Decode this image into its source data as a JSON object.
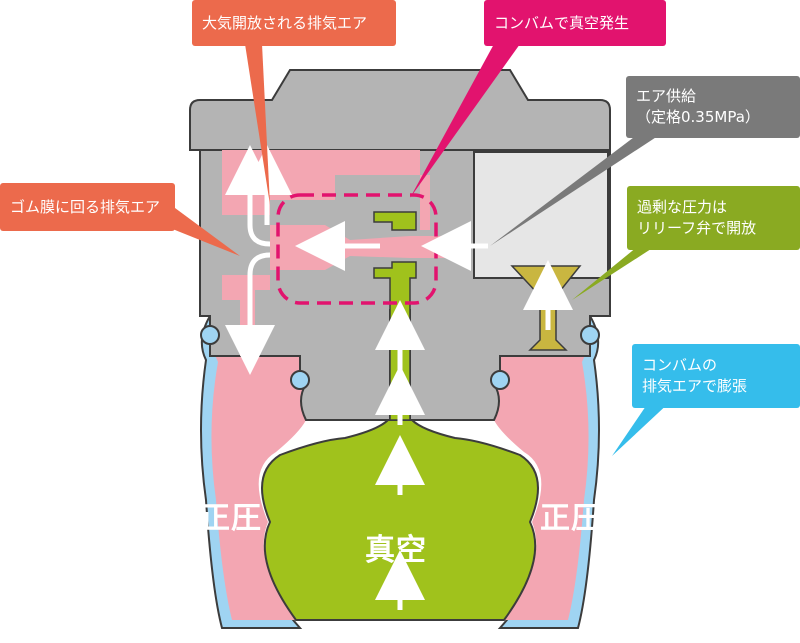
{
  "callouts": {
    "exhaust_to_air": {
      "text": "大気開放される排気エア",
      "color": "#ec6a4c"
    },
    "vacuum_generated": {
      "text": "コンバムで真空発生",
      "color": "#e2136e"
    },
    "air_supply": {
      "line1": "エア供給",
      "line2": "（定格0.35MPa）",
      "color": "#7a7a7a"
    },
    "membrane_exhaust": {
      "text": "ゴム膜に回る排気エア",
      "color": "#ec6a4c"
    },
    "relief_valve": {
      "line1": "過剰な圧力は",
      "line2": "リリーフ弁で開放",
      "color": "#8aaa22"
    },
    "inflation": {
      "line1": "コンバムの",
      "line2": "排気エアで膨張",
      "color": "#35bdeb"
    }
  },
  "zones": {
    "positive_left": "正圧",
    "positive_right": "正圧",
    "vacuum": "真空"
  },
  "colors": {
    "body_gray": "#b4b4b4",
    "body_outline": "#3c3c3c",
    "positive_pink": "#f3a6b2",
    "vacuum_green": "#a0c21c",
    "membrane_blue": "#9fd4f2",
    "supply_block": "#e6e6e6",
    "relief_valve": "#c9b640",
    "dashed_outline": "#e2136e"
  }
}
